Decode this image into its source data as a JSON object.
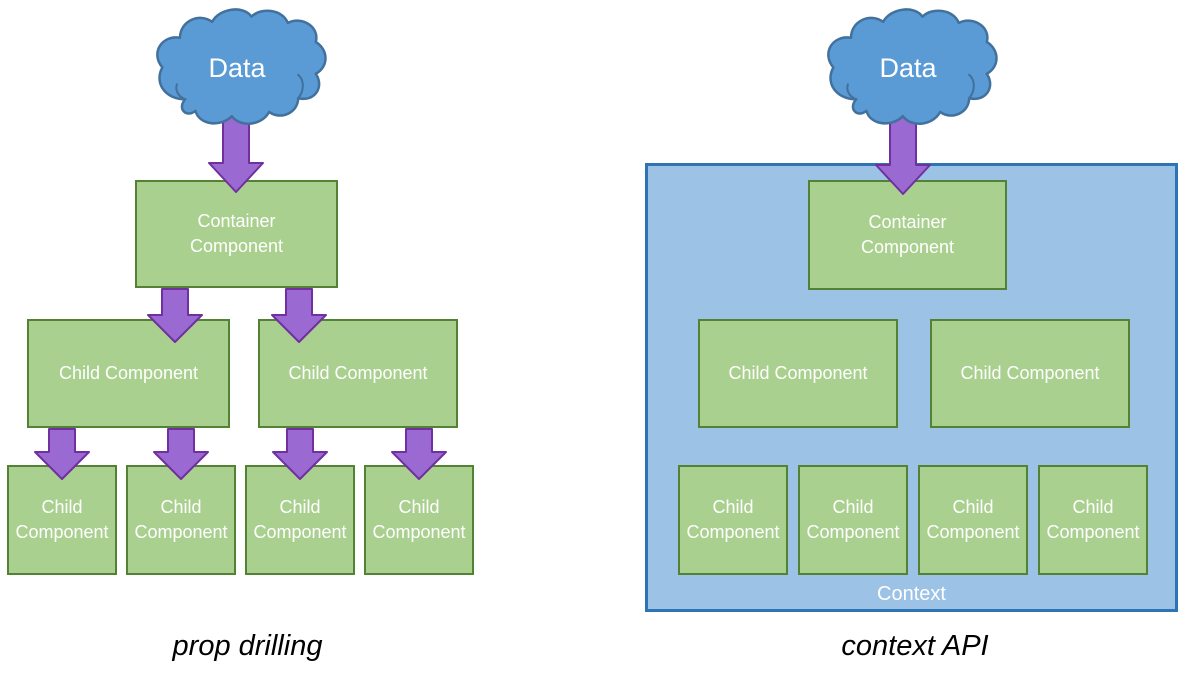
{
  "left": {
    "cloud_label": "Data",
    "container_label": "Container Component",
    "children_mid": [
      "Child Component",
      "Child Component"
    ],
    "children_leaf": [
      "Child Component",
      "Child Component",
      "Child Component",
      "Child Component"
    ],
    "caption": "prop drilling"
  },
  "right": {
    "cloud_label": "Data",
    "container_label": "Container Component",
    "children_mid": [
      "Child Component",
      "Child Component"
    ],
    "children_leaf": [
      "Child Component",
      "Child Component",
      "Child Component",
      "Child Component"
    ],
    "context_label": "Context",
    "caption": "context API"
  },
  "colors": {
    "cloud_fill": "#5B9BD5",
    "cloud_border": "#41719C",
    "arrow_fill": "#9A6AD2",
    "arrow_border": "#7030A0",
    "box_fill": "#A9D08E",
    "box_border": "#548235",
    "context_fill": "#9CC2E5",
    "context_border": "#2E74B5",
    "label_text": "#FFFFFF",
    "caption_text": "#000000"
  }
}
